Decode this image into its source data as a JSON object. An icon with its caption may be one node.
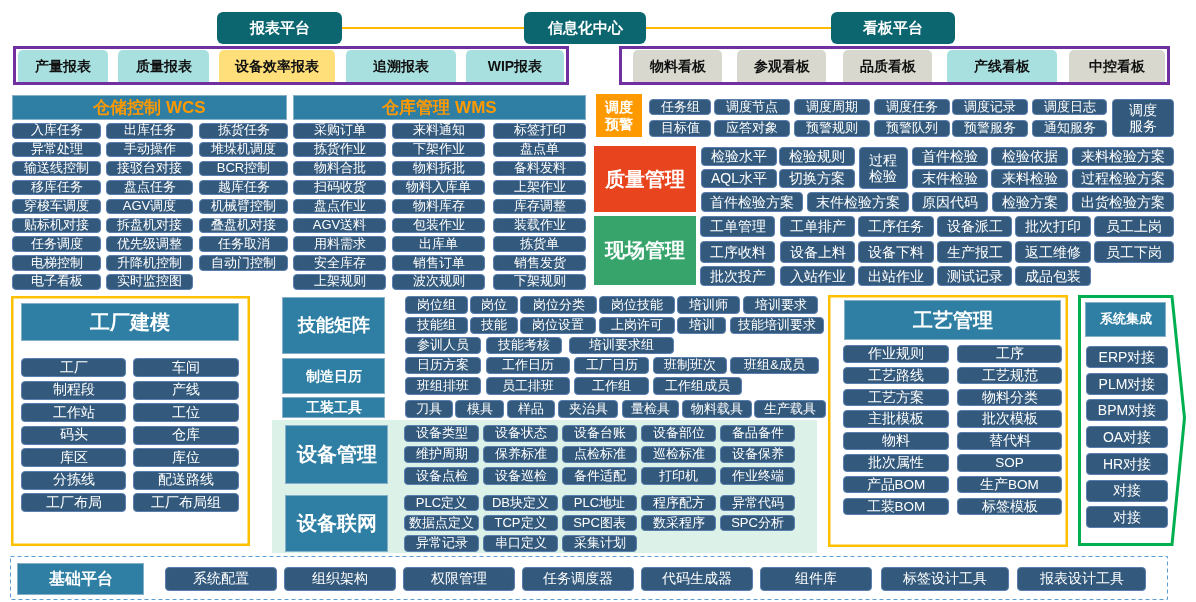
{
  "diagram": {
    "nodes": [
      {
        "text": [
          "报表平台"
        ]
      },
      {
        "text": [
          "信息化中心"
        ]
      },
      {
        "text": [
          "看板平台"
        ]
      },
      {
        "text": [],
        "shape": "box"
      },
      {
        "text": [
          "产量报表"
        ],
        "in": 3
      },
      {
        "text": [
          "质量报表"
        ],
        "in": 3
      },
      {
        "text": [
          "设备效率报表"
        ],
        "in": 3
      },
      {
        "text": [
          "追溯报表"
        ],
        "in": 3
      },
      {
        "text": [
          "WIP报表"
        ],
        "in": 3
      },
      {
        "text": [],
        "shape": "box"
      },
      {
        "text": [
          "物料看板"
        ],
        "in": 9
      },
      {
        "text": [
          "参观看板"
        ],
        "in": 9
      },
      {
        "text": [
          "品质看板"
        ],
        "in": 9
      },
      {
        "text": [
          "产线看板"
        ],
        "in": 9
      },
      {
        "text": [
          "中控看板"
        ],
        "in": 9
      },
      {
        "text": [
          "仓储控制 WCS"
        ]
      },
      {
        "text": [
          "入库任务"
        ]
      },
      {
        "text": [
          "出库任务"
        ]
      },
      {
        "text": [
          "拣货任务"
        ]
      },
      {
        "text": [
          "异常处理"
        ]
      },
      {
        "text": [
          "手动操作"
        ]
      },
      {
        "text": [
          "堆垛机调度"
        ]
      },
      {
        "text": [
          "输送线控制"
        ]
      },
      {
        "text": [
          "接驳台对接"
        ]
      },
      {
        "text": [
          "BCR控制"
        ]
      },
      {
        "text": [
          "移库任务"
        ]
      },
      {
        "text": [
          "盘点任务"
        ]
      },
      {
        "text": [
          "越库任务"
        ]
      },
      {
        "text": [
          "穿梭车调度"
        ]
      },
      {
        "text": [
          "AGV调度"
        ]
      },
      {
        "text": [
          "机械臂控制"
        ]
      },
      {
        "text": [
          "贴标机对接"
        ]
      },
      {
        "text": [
          "拆盘机对接"
        ]
      },
      {
        "text": [
          "叠盘机对接"
        ]
      },
      {
        "text": [
          "任务调度"
        ]
      },
      {
        "text": [
          "优先级调整"
        ]
      },
      {
        "text": [
          "任务取消"
        ]
      },
      {
        "text": [
          "电梯控制"
        ]
      },
      {
        "text": [
          "升降机控制"
        ]
      },
      {
        "text": [
          "自动门控制"
        ]
      },
      {
        "text": [
          "电子看板"
        ]
      },
      {
        "text": [
          "实时监控图"
        ]
      },
      {
        "text": [
          "仓库管理 WMS"
        ]
      },
      {
        "text": [
          "采购订单"
        ]
      },
      {
        "text": [
          "来料通知"
        ]
      },
      {
        "text": [
          "标签打印"
        ]
      },
      {
        "text": [
          "拣货作业"
        ]
      },
      {
        "text": [
          "下架作业"
        ]
      },
      {
        "text": [
          "盘点单"
        ]
      },
      {
        "text": [
          "物料合批"
        ]
      },
      {
        "text": [
          "物料拆批"
        ]
      },
      {
        "text": [
          "备料发料"
        ]
      },
      {
        "text": [
          "扫码收货"
        ]
      },
      {
        "text": [
          "物料入库单"
        ]
      },
      {
        "text": [
          "上架作业"
        ]
      },
      {
        "text": [
          "盘点作业"
        ]
      },
      {
        "text": [
          "物料库存"
        ]
      },
      {
        "text": [
          "库存调整"
        ]
      },
      {
        "text": [
          "AGV送料"
        ]
      },
      {
        "text": [
          "包装作业"
        ]
      },
      {
        "text": [
          "装载作业"
        ]
      },
      {
        "text": [
          "用料需求"
        ]
      },
      {
        "text": [
          "出库单"
        ]
      },
      {
        "text": [
          "拣货单"
        ]
      },
      {
        "text": [
          "安全库存"
        ]
      },
      {
        "text": [
          "销售订单"
        ]
      },
      {
        "text": [
          "销售发货"
        ]
      },
      {
        "text": [
          "上架规则"
        ]
      },
      {
        "text": [
          "波次规则"
        ]
      },
      {
        "text": [
          "下架规则"
        ]
      },
      {
        "text": [
          "调度预警"
        ]
      },
      {
        "text": [
          "任务组"
        ]
      },
      {
        "text": [
          "调度节点"
        ]
      },
      {
        "text": [
          "调度周期"
        ]
      },
      {
        "text": [
          "调度任务"
        ]
      },
      {
        "text": [
          "调度记录"
        ]
      },
      {
        "text": [
          "调度日志"
        ]
      },
      {
        "text": [
          "目标值"
        ]
      },
      {
        "text": [
          "应答对象"
        ]
      },
      {
        "text": [
          "预警规则"
        ]
      },
      {
        "text": [
          "预警队列"
        ]
      },
      {
        "text": [
          "预警服务"
        ]
      },
      {
        "text": [
          "通知服务"
        ]
      },
      {
        "text": [
          "调度服务"
        ]
      },
      {
        "text": [
          "质量管理"
        ]
      },
      {
        "text": [
          "检验水平"
        ]
      },
      {
        "text": [
          "检验规则"
        ]
      },
      {
        "text": [
          "过程检验"
        ]
      },
      {
        "text": [
          "首件检验"
        ]
      },
      {
        "text": [
          "检验依据"
        ]
      },
      {
        "text": [
          "来料检验方案"
        ]
      },
      {
        "text": [
          "AQL水平"
        ]
      },
      {
        "text": [
          "切换方案"
        ]
      },
      {
        "text": [
          "末件检验"
        ]
      },
      {
        "text": [
          "来料检验"
        ]
      },
      {
        "text": [
          "过程检验方案"
        ]
      },
      {
        "text": [
          "首件检验方案"
        ]
      },
      {
        "text": [
          "末件检验方案"
        ]
      },
      {
        "text": [
          "原因代码"
        ]
      },
      {
        "text": [
          "检验方案"
        ]
      },
      {
        "text": [
          "出货检验方案"
        ]
      },
      {
        "text": [
          "现场管理"
        ]
      },
      {
        "text": [
          "工单管理"
        ]
      },
      {
        "text": [
          "工单排产"
        ]
      },
      {
        "text": [
          "工序任务"
        ]
      },
      {
        "text": [
          "设备派工"
        ]
      },
      {
        "text": [
          "批次打印"
        ]
      },
      {
        "text": [
          "员工上岗"
        ]
      },
      {
        "text": [
          "工序收料"
        ]
      },
      {
        "text": [
          "设备上料"
        ]
      },
      {
        "text": [
          "设备下料"
        ]
      },
      {
        "text": [
          "生产报工"
        ]
      },
      {
        "text": [
          "返工维修"
        ]
      },
      {
        "text": [
          "员工下岗"
        ]
      },
      {
        "text": [
          "批次投产"
        ]
      },
      {
        "text": [
          "入站作业"
        ]
      },
      {
        "text": [
          "出站作业"
        ]
      },
      {
        "text": [
          "测试记录"
        ]
      },
      {
        "text": [
          "成品包装"
        ]
      },
      {
        "text": [],
        "shape": "box"
      },
      {
        "text": [
          "工厂建模"
        ],
        "in": 119
      },
      {
        "text": [
          "工厂"
        ],
        "in": 119
      },
      {
        "text": [
          "车间"
        ],
        "in": 119
      },
      {
        "text": [
          "制程段"
        ],
        "in": 119
      },
      {
        "text": [
          "产线"
        ],
        "in": 119
      },
      {
        "text": [
          "工作站"
        ],
        "in": 119
      },
      {
        "text": [
          "工位"
        ],
        "in": 119
      },
      {
        "text": [
          "码头"
        ],
        "in": 119
      },
      {
        "text": [
          "仓库"
        ],
        "in": 119
      },
      {
        "text": [
          "库区"
        ],
        "in": 119
      },
      {
        "text": [
          "库位"
        ],
        "in": 119
      },
      {
        "text": [
          "分拣线"
        ],
        "in": 119
      },
      {
        "text": [
          "配送路线"
        ],
        "in": 119
      },
      {
        "text": [
          "工厂布局"
        ],
        "in": 119
      },
      {
        "text": [
          "工厂布局组"
        ],
        "in": 119
      },
      {
        "text": [
          "技能矩阵"
        ]
      },
      {
        "text": [
          "岗位组"
        ]
      },
      {
        "text": [
          "岗位"
        ]
      },
      {
        "text": [
          "岗位分类"
        ]
      },
      {
        "text": [
          "岗位技能"
        ]
      },
      {
        "text": [
          "培训师"
        ]
      },
      {
        "text": [
          "培训要求"
        ]
      },
      {
        "text": [
          "技能组"
        ]
      },
      {
        "text": [
          "技能"
        ]
      },
      {
        "text": [
          "岗位设置"
        ]
      },
      {
        "text": [
          "上岗许可"
        ]
      },
      {
        "text": [
          "培训"
        ]
      },
      {
        "text": [
          "技能培训要求"
        ]
      },
      {
        "text": [
          "参训人员"
        ]
      },
      {
        "text": [
          "技能考核"
        ]
      },
      {
        "text": [
          "培训要求组"
        ]
      },
      {
        "text": [
          "制造日历"
        ]
      },
      {
        "text": [
          "日历方案"
        ]
      },
      {
        "text": [
          "工作日历"
        ]
      },
      {
        "text": [
          "工厂日历"
        ]
      },
      {
        "text": [
          "班制班次"
        ]
      },
      {
        "text": [
          "班组&成员"
        ]
      },
      {
        "text": [
          "班组排班"
        ]
      },
      {
        "text": [
          "员工排班"
        ]
      },
      {
        "text": [
          "工作组"
        ]
      },
      {
        "text": [
          "工作组成员"
        ]
      },
      {
        "text": [
          "工装工具"
        ]
      },
      {
        "text": [
          "刀具"
        ]
      },
      {
        "text": [
          "模具"
        ]
      },
      {
        "text": [
          "样品"
        ]
      },
      {
        "text": [
          "夹治具"
        ]
      },
      {
        "text": [
          "量检具"
        ]
      },
      {
        "text": [
          "物料载具"
        ]
      },
      {
        "text": [
          "生产载具"
        ]
      },
      {
        "text": [],
        "shape": "box"
      },
      {
        "text": [
          "设备管理"
        ],
        "in": 169
      },
      {
        "text": [
          "设备类型"
        ],
        "in": 169
      },
      {
        "text": [
          "设备状态"
        ],
        "in": 169
      },
      {
        "text": [
          "设备台账"
        ],
        "in": 169
      },
      {
        "text": [
          "设备部位"
        ],
        "in": 169
      },
      {
        "text": [
          "备品备件"
        ],
        "in": 169
      },
      {
        "text": [
          "维护周期"
        ],
        "in": 169
      },
      {
        "text": [
          "保养标准"
        ],
        "in": 169
      },
      {
        "text": [
          "点检标准"
        ],
        "in": 169
      },
      {
        "text": [
          "巡检标准"
        ],
        "in": 169
      },
      {
        "text": [
          "设备保养"
        ],
        "in": 169
      },
      {
        "text": [
          "设备点检"
        ],
        "in": 169
      },
      {
        "text": [
          "设备巡检"
        ],
        "in": 169
      },
      {
        "text": [
          "备件适配"
        ],
        "in": 169
      },
      {
        "text": [
          "打印机"
        ],
        "in": 169
      },
      {
        "text": [
          "作业终端"
        ],
        "in": 169
      },
      {
        "text": [
          "设备联网"
        ],
        "in": 169
      },
      {
        "text": [
          "PLC定义"
        ],
        "in": 169
      },
      {
        "text": [
          "DB块定义"
        ],
        "in": 169
      },
      {
        "text": [
          "PLC地址"
        ],
        "in": 169
      },
      {
        "text": [
          "程序配方"
        ],
        "in": 169
      },
      {
        "text": [
          "异常代码"
        ],
        "in": 169
      },
      {
        "text": [
          "数据点定义"
        ],
        "in": 169
      },
      {
        "text": [
          "TCP定义"
        ],
        "in": 169
      },
      {
        "text": [
          "SPC图表"
        ],
        "in": 169
      },
      {
        "text": [
          "数采程序"
        ],
        "in": 169
      },
      {
        "text": [
          "SPC分析"
        ],
        "in": 169
      },
      {
        "text": [
          "异常记录"
        ],
        "in": 169
      },
      {
        "text": [
          "串口定义"
        ],
        "in": 169
      },
      {
        "text": [
          "采集计划"
        ],
        "in": 169
      },
      {
        "text": [],
        "shape": "box"
      },
      {
        "text": [
          "工艺管理"
        ],
        "in": 200
      },
      {
        "text": [
          "作业规则"
        ],
        "in": 200
      },
      {
        "text": [
          "工序"
        ],
        "in": 200
      },
      {
        "text": [
          "工艺路线"
        ],
        "in": 200
      },
      {
        "text": [
          "工艺规范"
        ],
        "in": 200
      },
      {
        "text": [
          "工艺方案"
        ],
        "in": 200
      },
      {
        "text": [
          "物料分类"
        ],
        "in": 200
      },
      {
        "text": [
          "主批模板"
        ],
        "in": 200
      },
      {
        "text": [
          "批次模板"
        ],
        "in": 200
      },
      {
        "text": [
          "物料"
        ],
        "in": 200
      },
      {
        "text": [
          "替代料"
        ],
        "in": 200
      },
      {
        "text": [
          "批次属性"
        ],
        "in": 200
      },
      {
        "text": [
          "SOP"
        ],
        "in": 200
      },
      {
        "text": [
          "产品BOM"
        ],
        "in": 200
      },
      {
        "text": [
          "生产BOM"
        ],
        "in": 200
      },
      {
        "text": [
          "工装BOM"
        ],
        "in": 200
      },
      {
        "text": [
          "标签模板"
        ],
        "in": 200
      },
      {
        "text": [],
        "shape": "arrow"
      },
      {
        "text": [
          "系统集成"
        ],
        "in": 218
      },
      {
        "text": [
          "ERP对接"
        ],
        "in": 218
      },
      {
        "text": [
          "PLM对接"
        ],
        "in": 218
      },
      {
        "text": [
          "BPM对接"
        ],
        "in": 218
      },
      {
        "text": [
          "OA对接"
        ],
        "in": 218
      },
      {
        "text": [
          "HR对接"
        ],
        "in": 218
      },
      {
        "text": [
          "对接"
        ],
        "in": 218
      },
      {
        "text": [
          "对接"
        ],
        "in": 218
      },
      {
        "text": [],
        "shape": "box"
      },
      {
        "text": [
          "基础平台"
        ],
        "in": 227
      },
      {
        "text": [
          "系统配置"
        ],
        "in": 227
      },
      {
        "text": [
          "组织架构"
        ],
        "in": 227
      },
      {
        "text": [
          "权限管理"
        ],
        "in": 227
      },
      {
        "text": [
          "任务调度器"
        ],
        "in": 227
      },
      {
        "text": [
          "代码生成器"
        ],
        "in": 227
      },
      {
        "text": [
          "组件库"
        ],
        "in": 227
      },
      {
        "text": [
          "标签设计工具"
        ],
        "in": 227
      },
      {
        "text": [
          "报表设计工具"
        ],
        "in": 227
      }
    ],
    "edges": [
      {
        "from": 1,
        "to": 0,
        "arrow": "none"
      },
      {
        "from": 1,
        "to": 2,
        "arrow": "none"
      }
    ]
  }
}
